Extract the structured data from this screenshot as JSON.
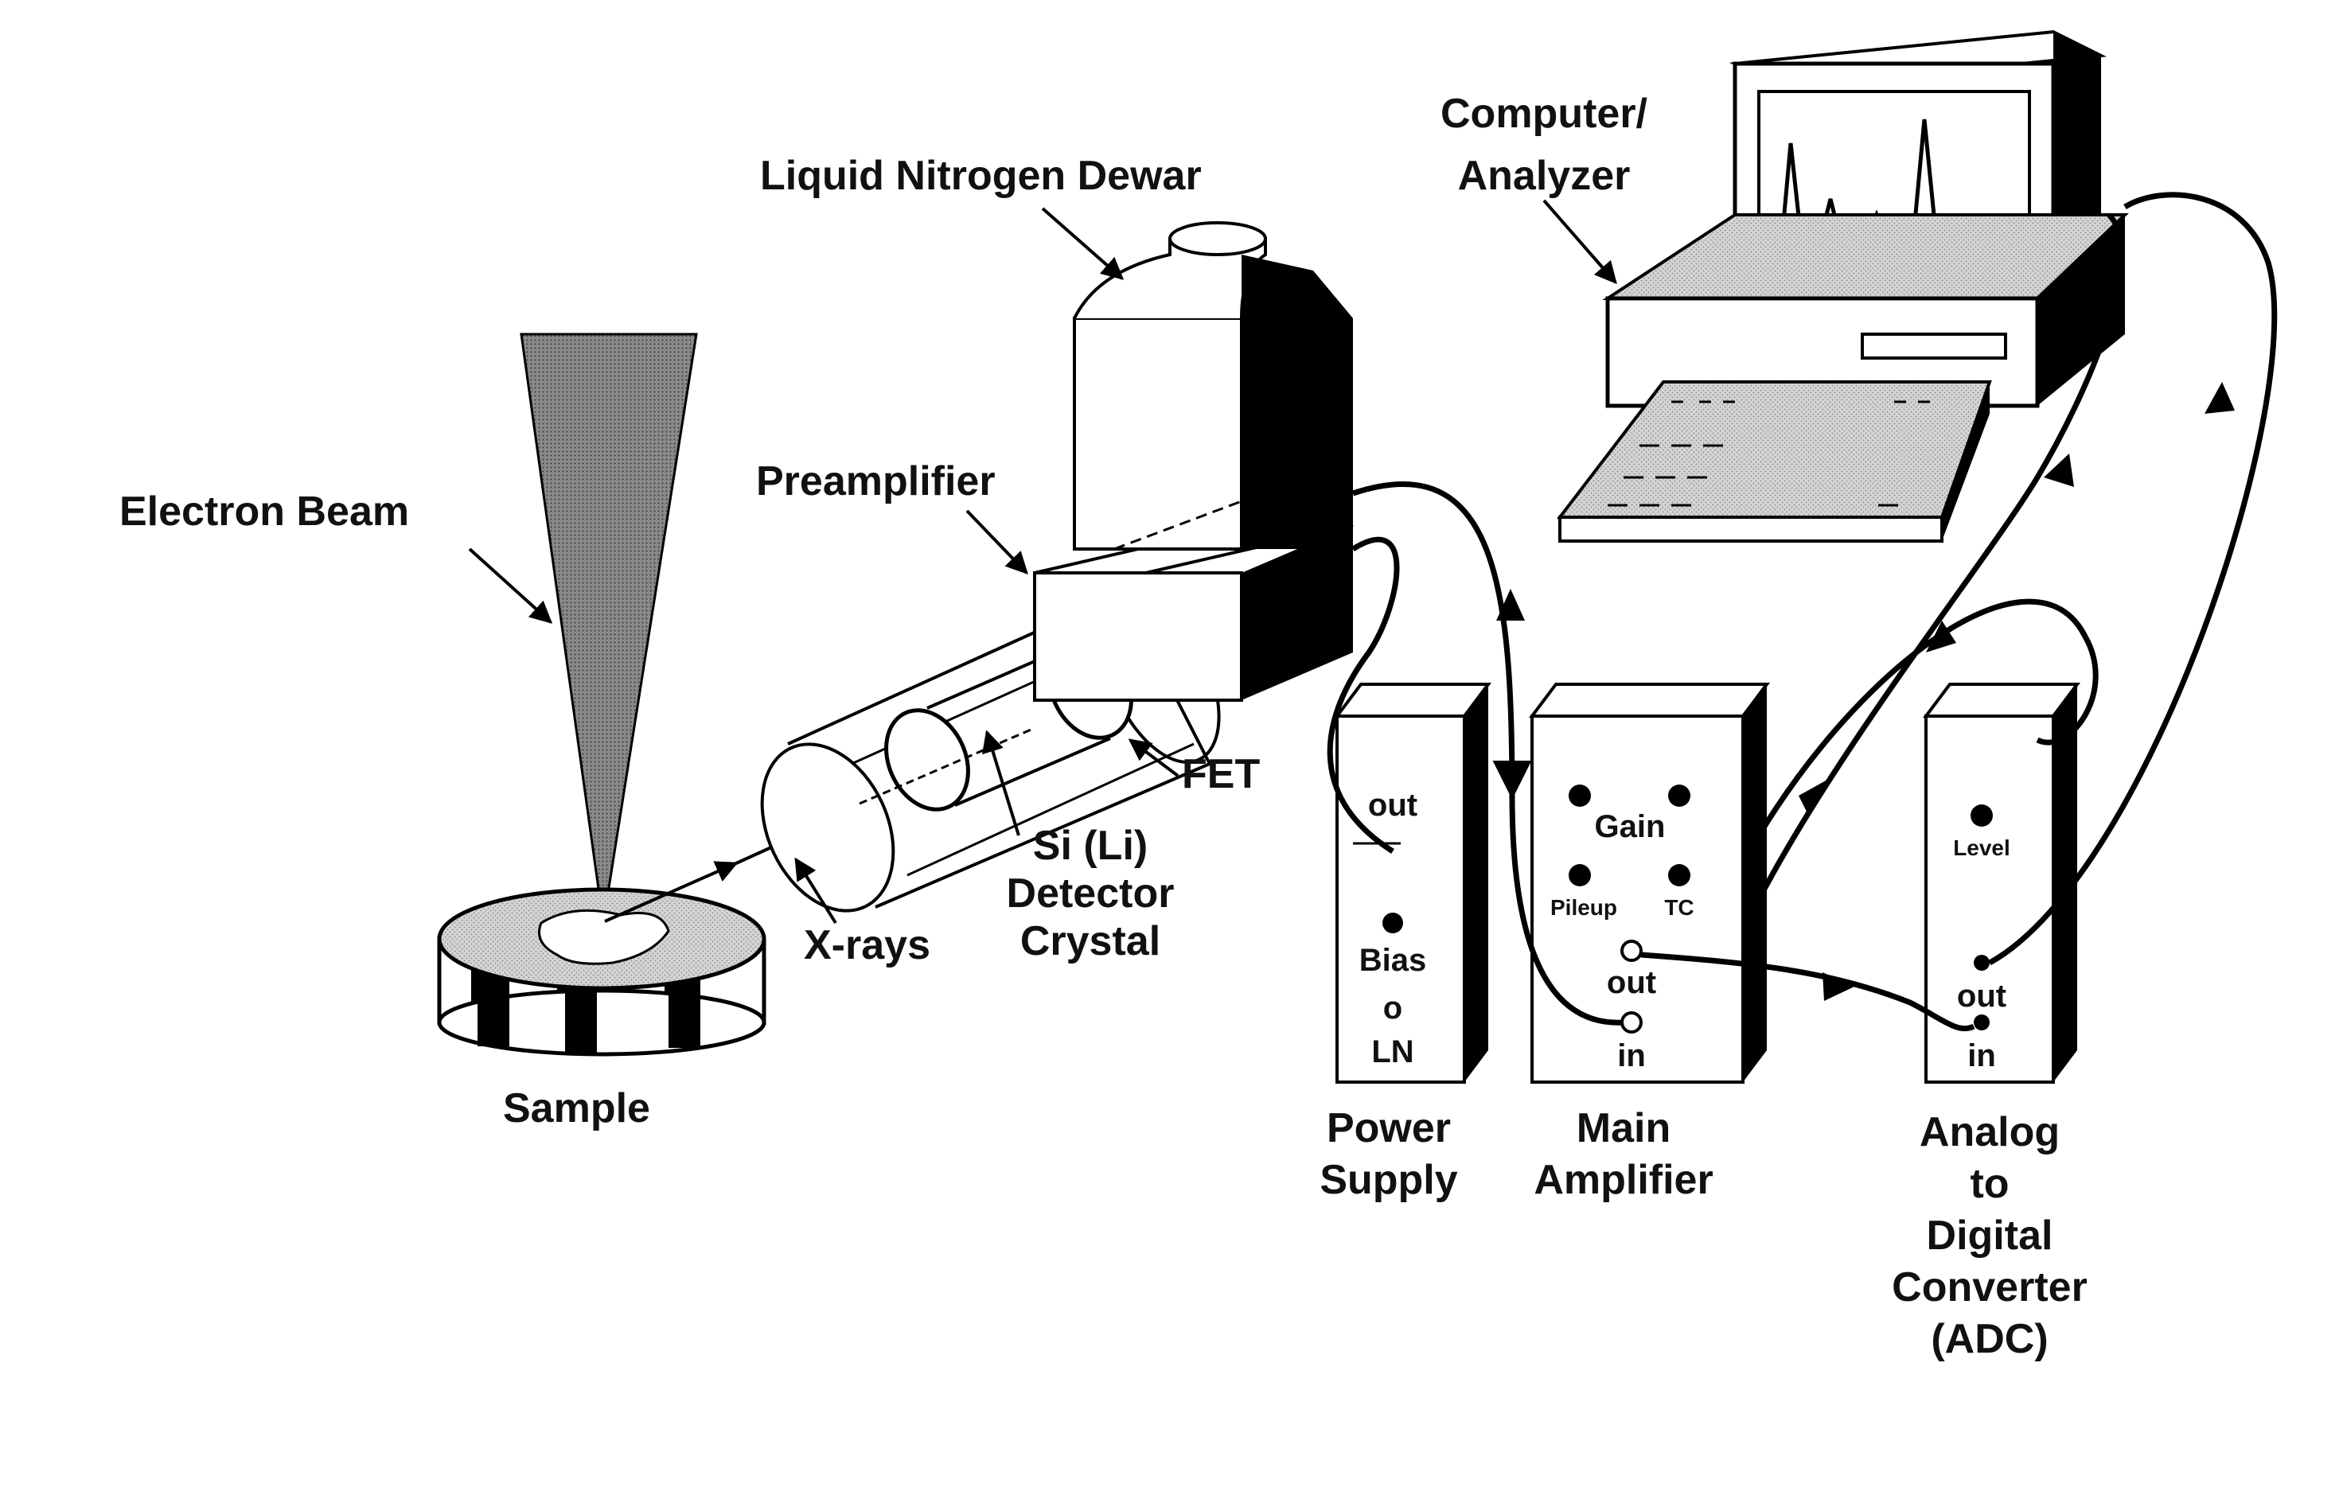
{
  "labels": {
    "electron_beam": "Electron Beam",
    "sample": "Sample",
    "x_rays": "X-rays",
    "preamplifier": "Preamplifier",
    "liquid_nitrogen_dewar": "Liquid Nitrogen Dewar",
    "fet": "FET",
    "detector_crystal": [
      "Si (Li)",
      "Detector",
      "Crystal"
    ],
    "computer_analyzer": [
      "Computer/",
      "Analyzer"
    ],
    "power_supply": [
      "Power",
      "Supply"
    ],
    "main_amplifier": [
      "Main",
      "Amplifier"
    ],
    "adc": [
      "Analog",
      "to",
      "Digital",
      "Converter",
      "(ADC)"
    ]
  },
  "panels": {
    "power_supply": {
      "out": "out",
      "bias": "Bias",
      "o": "o",
      "ln": "LN"
    },
    "main_amplifier": {
      "gain": "Gain",
      "pileup": "Pileup",
      "tc": "TC",
      "out": "out",
      "in": "in"
    },
    "adc": {
      "level": "Level",
      "out": "out",
      "in": "in"
    }
  },
  "colors": {
    "ink": "#000000",
    "paper": "#ffffff",
    "stipple": "#c8c8c8",
    "beam": "#6a6a6a"
  }
}
